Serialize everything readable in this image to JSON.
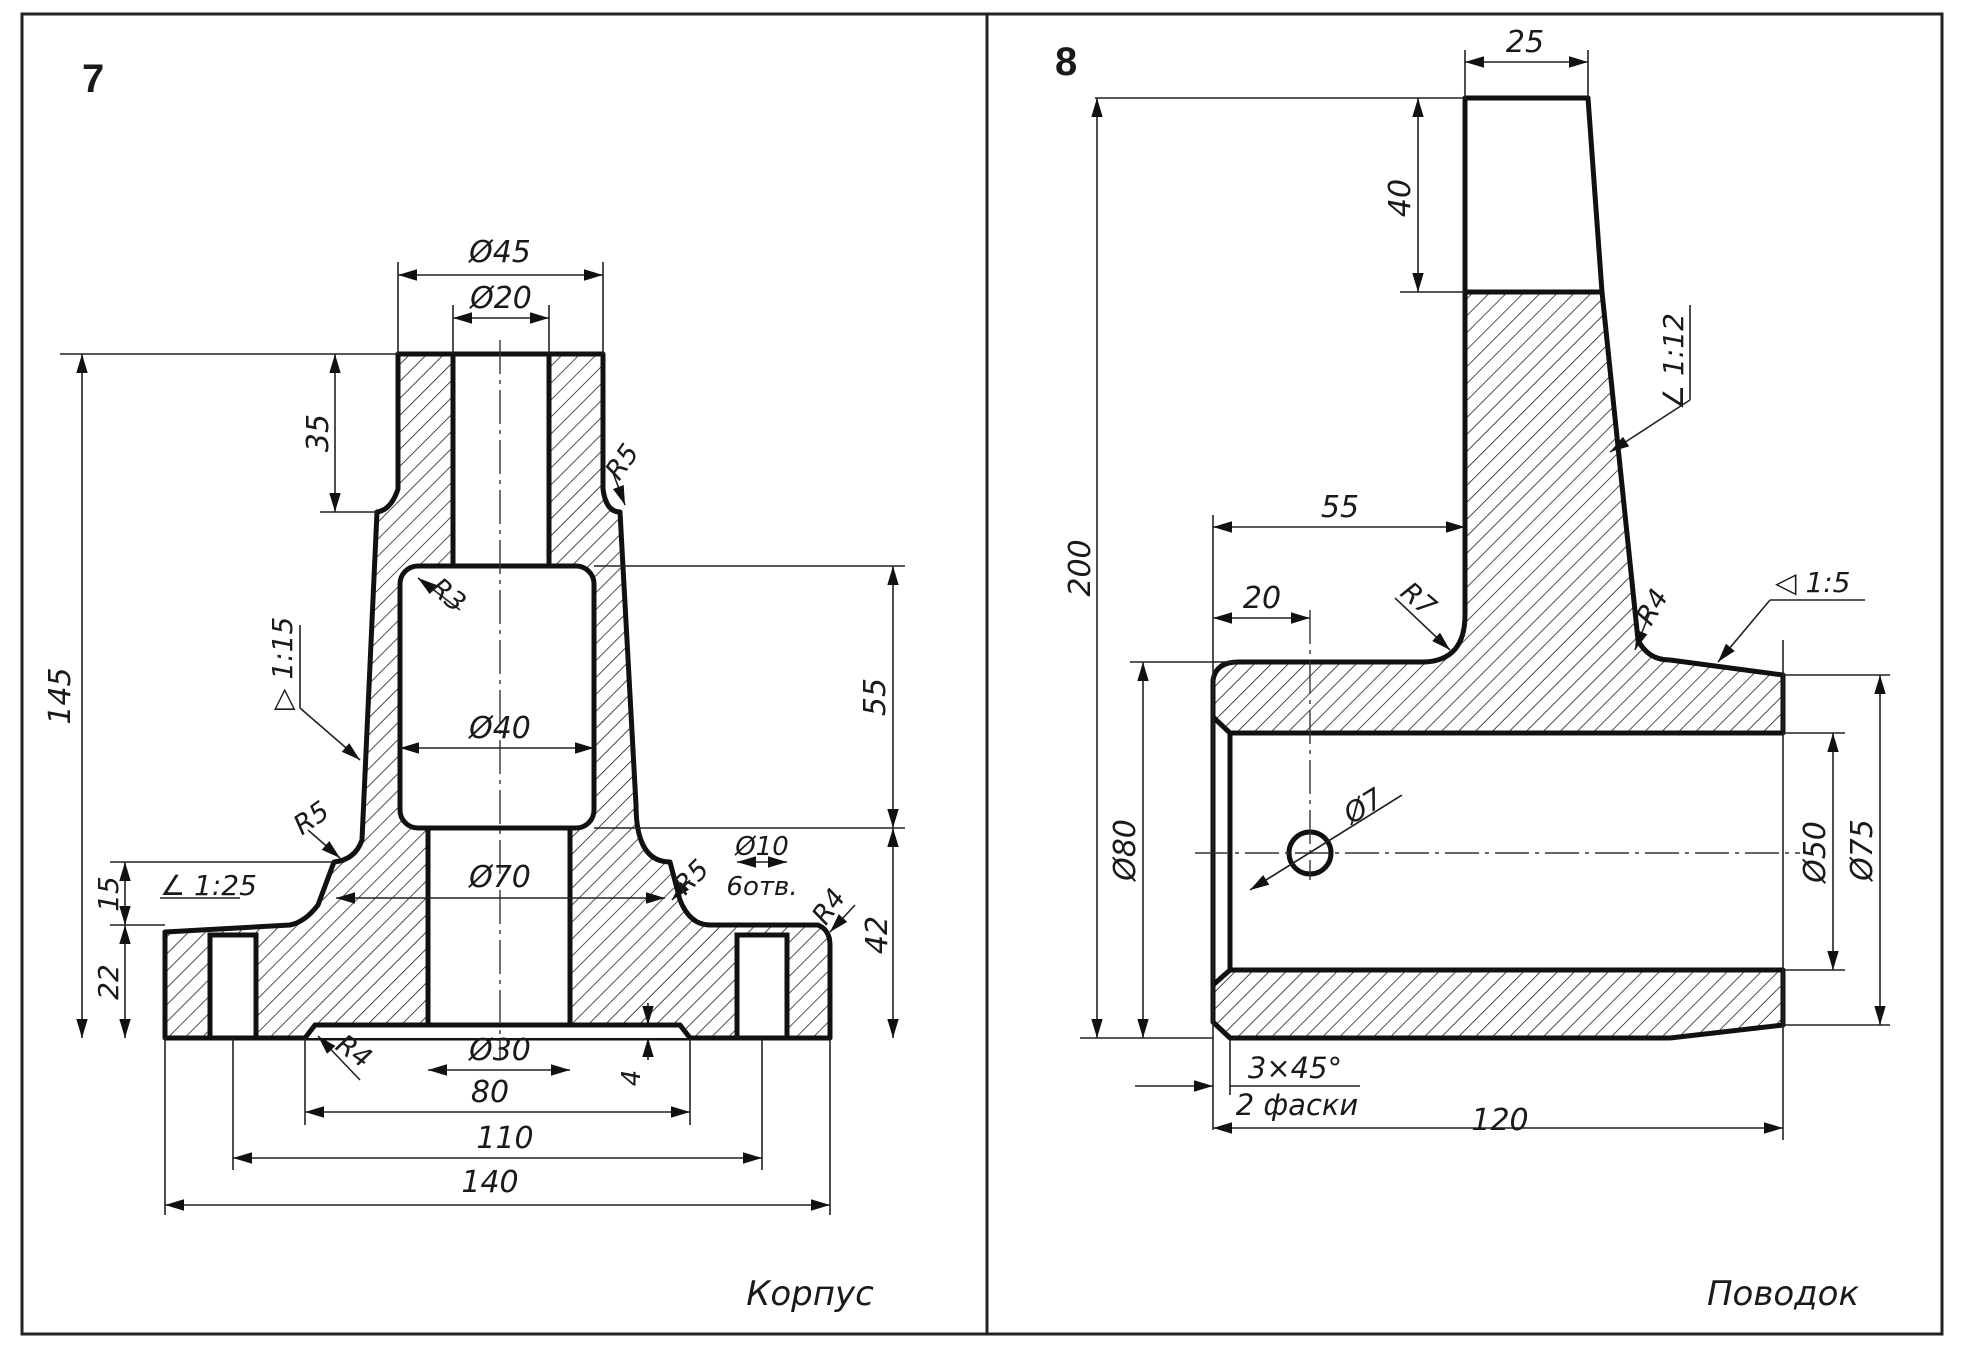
{
  "panels": [
    {
      "number": "7",
      "caption": "Корпус",
      "dims": {
        "d45": "Ø45",
        "d20": "Ø20",
        "len35": "35",
        "r5_top": "R5",
        "r3": "R3",
        "len55": "55",
        "taper": "1:15",
        "d40": "Ø40",
        "r5_left": "R5",
        "len145": "145",
        "d70": "Ø70",
        "r5_right": "R5",
        "d10": "Ø10",
        "holes": "6отв.",
        "r4_right": "R4",
        "len42": "42",
        "len15": "15",
        "slope": "1:25",
        "len22": "22",
        "r4_bottom": "R4",
        "d30": "Ø30",
        "len4": "4",
        "len80": "80",
        "len110": "110",
        "len140": "140"
      }
    },
    {
      "number": "8",
      "caption": "Поводок",
      "dims": {
        "len25": "25",
        "len40": "40",
        "slope": "1:12",
        "len200": "200",
        "len55": "55",
        "len20": "20",
        "r7": "R7",
        "r4": "R4",
        "taper": "1:5",
        "d7": "Ø7",
        "d80": "Ø80",
        "d50": "Ø50",
        "d75": "Ø75",
        "chamfer": "3×45°",
        "chamfer_note": "2 фаски",
        "len120": "120"
      }
    }
  ],
  "colors": {
    "paper": "#ffffff",
    "ink": "#111111",
    "frame": "#222222"
  }
}
